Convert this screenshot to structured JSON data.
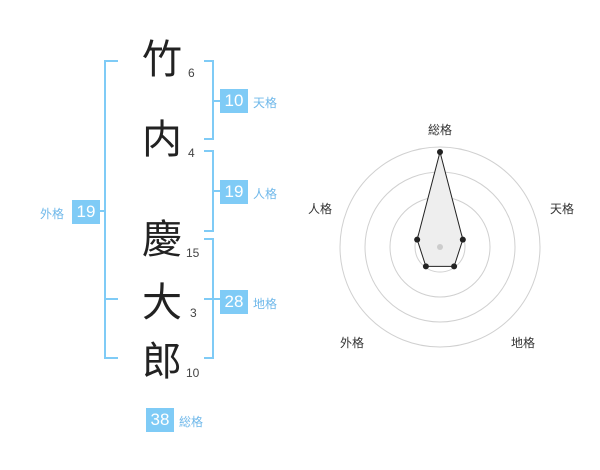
{
  "name": {
    "characters": [
      {
        "char": "竹",
        "strokes": "6"
      },
      {
        "char": "内",
        "strokes": "4"
      },
      {
        "char": "慶",
        "strokes": "15"
      },
      {
        "char": "大",
        "strokes": "3"
      },
      {
        "char": "郎",
        "strokes": "10"
      }
    ]
  },
  "fortunes": {
    "tenkaku": {
      "value": "10",
      "label": "天格"
    },
    "jinkaku": {
      "value": "19",
      "label": "人格"
    },
    "chikaku": {
      "value": "28",
      "label": "地格"
    },
    "gaikaku": {
      "value": "19",
      "label": "外格"
    },
    "soukaku": {
      "value": "38",
      "label": "総格"
    }
  },
  "radar": {
    "axes": [
      "総格",
      "天格",
      "地格",
      "外格",
      "人格"
    ],
    "values": [
      0.95,
      0.24,
      0.24,
      0.24,
      0.24
    ],
    "colors": {
      "ring": "#d0d0d0",
      "fill": "#eeeeee",
      "line": "#222222"
    }
  }
}
